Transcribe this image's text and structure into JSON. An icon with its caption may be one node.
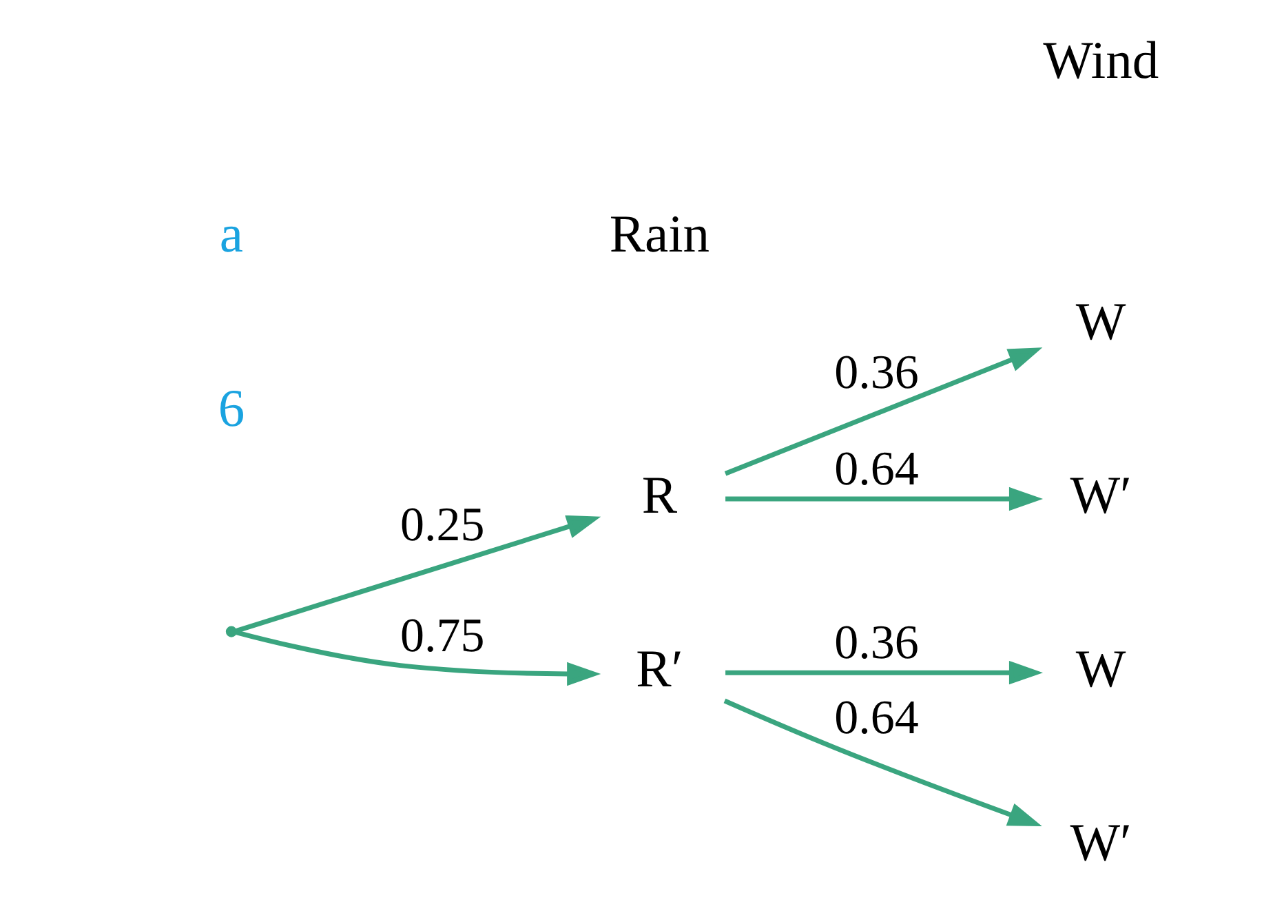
{
  "diagram": {
    "nodes": [
      {
        "text": [],
        "shape": "point"
      },
      {
        "text": [
          "R"
        ]
      },
      {
        "text": [
          "R′"
        ]
      },
      {
        "text": [
          "W"
        ]
      },
      {
        "text": [
          "W′"
        ]
      },
      {
        "text": [
          "W"
        ]
      },
      {
        "text": [
          "W′"
        ]
      }
    ],
    "edges": [
      {
        "from": 0,
        "to": 1,
        "arrow": "to",
        "label": "0.25"
      },
      {
        "from": 0,
        "to": 2,
        "arrow": "to",
        "label": "0.75"
      },
      {
        "from": 1,
        "to": 3,
        "arrow": "to",
        "label": "0.36"
      },
      {
        "from": 1,
        "to": 4,
        "arrow": "to",
        "label": "0.64"
      },
      {
        "from": 2,
        "to": 5,
        "arrow": "to",
        "label": "0.36"
      },
      {
        "from": 2,
        "to": 6,
        "arrow": "to",
        "label": "0.64"
      }
    ],
    "labels": [
      "6",
      "a",
      "Rain",
      "Wind"
    ]
  }
}
